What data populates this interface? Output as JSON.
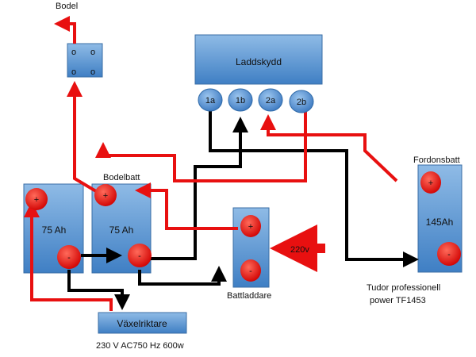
{
  "labels": {
    "bodel": "Bodel",
    "laddskydd": "Laddskydd",
    "bodelbatt": "Bodelbatt",
    "fordonsbatt": "Fordonsbatt",
    "battladdare": "Battladdare",
    "vaxelriktare": "Växelriktare",
    "vaxelriktare_spec": "230 V AC750 Hz 600w",
    "tudor_line1": "Tudor professionell",
    "tudor_line2": "power TF1453",
    "volt_220": "220v"
  },
  "terminals": {
    "t1a": "1a",
    "t1b": "1b",
    "t2a": "2a",
    "t2b": "2b"
  },
  "batteries": {
    "left_capacity": "75 Ah",
    "middle_capacity": "75 Ah",
    "fordon_capacity": "145Ah"
  },
  "polarity": {
    "plus": "+",
    "minus": "-"
  },
  "switch_contacts": [
    "o",
    "o",
    "o",
    "o"
  ],
  "colors": {
    "box_blue": "#5b9bd5",
    "positive_wire": "#e81010",
    "negative_wire": "#000000",
    "terminal_red": "#e81010"
  }
}
